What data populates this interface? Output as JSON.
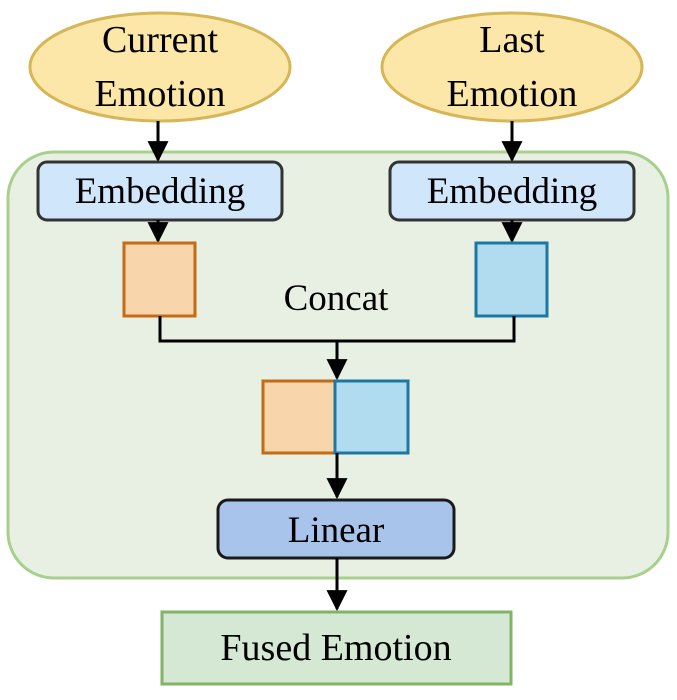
{
  "nodes": {
    "current_emotion": {
      "line1": "Current",
      "line2": "Emotion"
    },
    "last_emotion": {
      "line1": "Last",
      "line2": "Emotion"
    },
    "embedding_left": {
      "label": "Embedding"
    },
    "embedding_right": {
      "label": "Embedding"
    },
    "concat": {
      "label": "Concat"
    },
    "linear": {
      "label": "Linear"
    },
    "fused_emotion": {
      "label": "Fused Emotion"
    }
  },
  "colors": {
    "background": "#ffffff",
    "group_fill": "#e8f0e4",
    "group_stroke": "#a8d08d",
    "ellipse_fill": "#fce7a8",
    "ellipse_stroke": "#d6b656",
    "embedding_fill": "#d0e6fb",
    "embedding_stroke": "#333333",
    "linear_fill": "#a9c4eb",
    "linear_stroke": "#1a1a1a",
    "orange_fill": "#f9d5ac",
    "orange_stroke": "#c46b15",
    "blue_fill": "#b1dcf0",
    "blue_stroke": "#1d77a3",
    "fused_fill": "#d5e8d4",
    "fused_stroke": "#82b366",
    "arrow": "#000000"
  }
}
